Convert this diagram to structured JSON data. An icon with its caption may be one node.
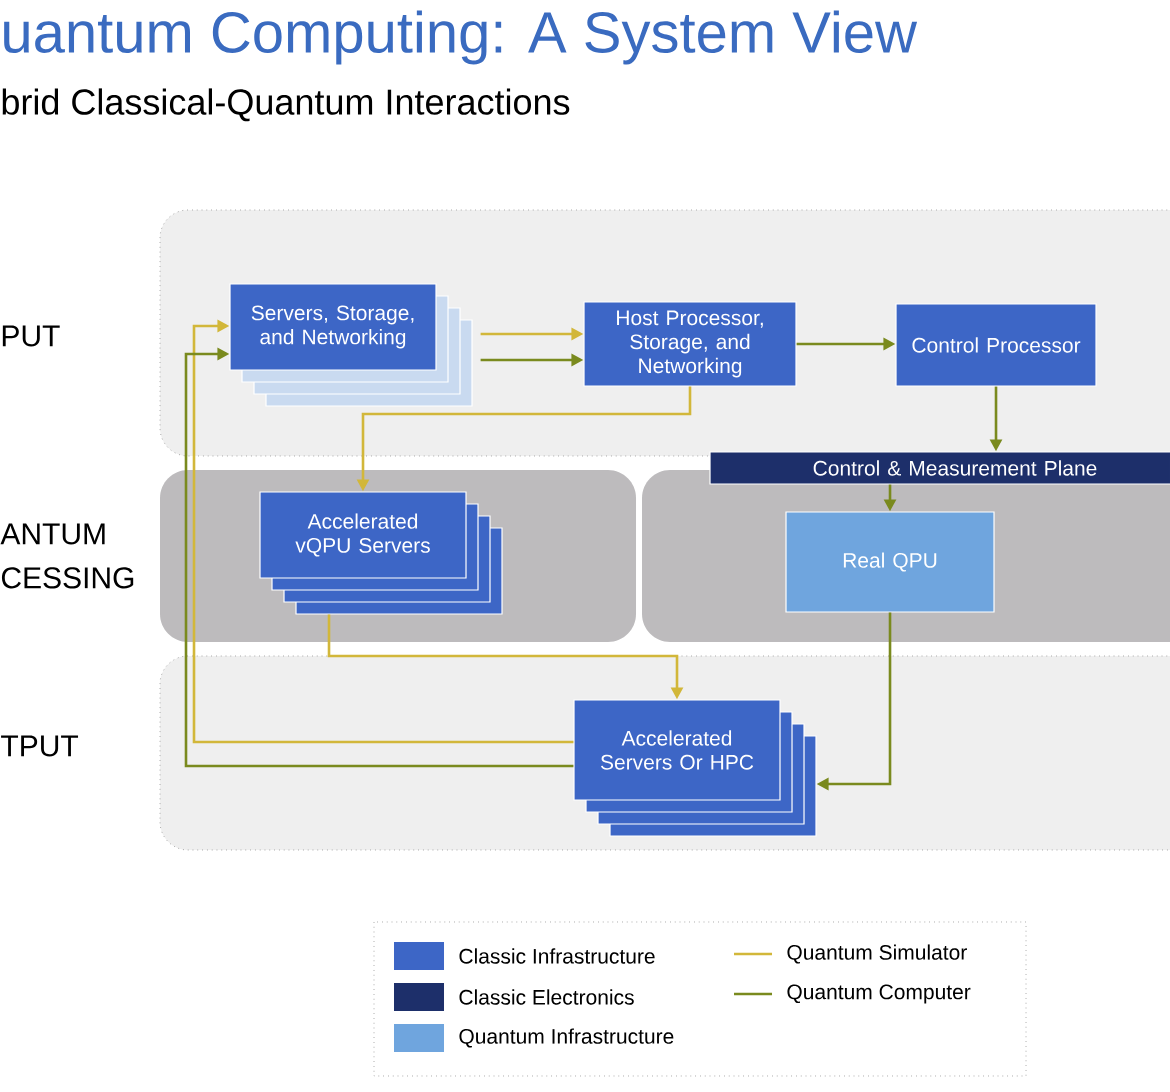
{
  "diagram": {
    "title": "uantum Computing: A System View",
    "caption": "brid Classical-Quantum Interactions",
    "nodes": [
      {
        "text": [
          "PUT"
        ]
      },
      {
        "text": [
          "ANTUM CESSING"
        ]
      },
      {
        "text": [],
        "shape": "box"
      },
      {
        "text": [
          "TPUT"
        ]
      },
      {
        "text": [
          "Servers, Storage, and Networking"
        ],
        "in": 0
      },
      {
        "text": [
          "Host Processor, Storage, and Networking"
        ],
        "in": 0
      },
      {
        "text": [
          "Control Processor"
        ],
        "in": 0
      },
      {
        "text": [
          "Control & Measurement Plane"
        ]
      },
      {
        "text": [
          "Accelerated vQPU Servers"
        ],
        "in": 1
      },
      {
        "text": [
          "Real QPU"
        ],
        "in": 2
      },
      {
        "text": [
          "Accelerated Servers Or HPC"
        ],
        "in": 3
      }
    ],
    "edges": [
      {
        "from": 4,
        "to": 5,
        "arrow": "to",
        "color": "#d2b73a"
      },
      {
        "from": 4,
        "to": 5,
        "arrow": "to"
      },
      {
        "from": 5,
        "to": 6,
        "arrow": "to"
      },
      {
        "from": 6,
        "to": 7,
        "arrow": "to"
      },
      {
        "from": 7,
        "to": 9,
        "arrow": "to"
      },
      {
        "from": 5,
        "to": 8,
        "arrow": "to",
        "color": "#d2b73a"
      },
      {
        "from": 8,
        "to": 10,
        "arrow": "to",
        "color": "#d2b73a"
      },
      {
        "from": 9,
        "to": 10,
        "arrow": "to"
      },
      {
        "from": 10,
        "to": 4,
        "arrow": "to",
        "color": "#d2b73a"
      },
      {
        "from": 10,
        "to": 4,
        "arrow": "to"
      }
    ],
    "legend": [
      {
        "text": "Classic Infrastructure",
        "color": "#3d66c6"
      },
      {
        "text": "Classic Electronics",
        "color": "#1d2f6a"
      },
      {
        "text": "Quantum Infrastructure",
        "color": "#6fa5de"
      },
      {
        "text": "Quantum Simulator"
      },
      {
        "text": "Quantum Computer"
      }
    ]
  }
}
